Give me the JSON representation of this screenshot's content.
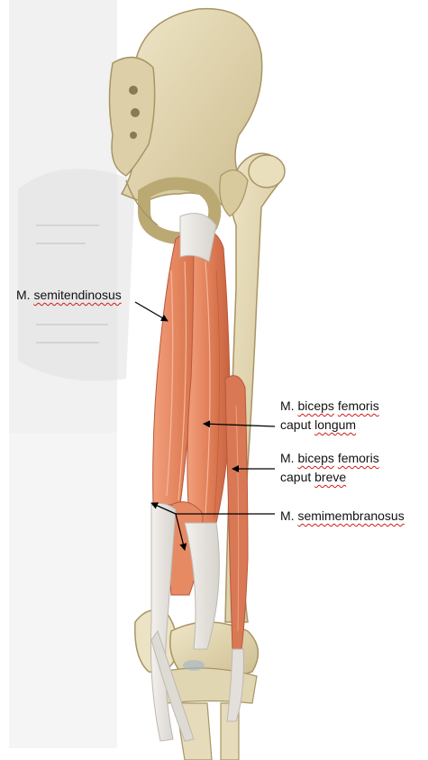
{
  "labels": {
    "semitendinosus": {
      "prefix": "M. ",
      "name": "semitendinosus"
    },
    "biceps_longum": {
      "prefix": "M. ",
      "word1": "biceps",
      "word2": "femoris",
      "line2_word1": "caput",
      "line2_word2": "longum"
    },
    "biceps_breve": {
      "prefix": "M. ",
      "word1": "biceps",
      "word2": "femoris",
      "line2_word1": "caput",
      "line2_word2": "breve"
    },
    "semimembranosus": {
      "prefix": "M. ",
      "name": "semimembranosus"
    }
  },
  "colors": {
    "bone": "#e8dcb6",
    "bone_shadow": "#c8b98a",
    "muscle": "#e08a63",
    "muscle_dark": "#c4623f",
    "muscle_light": "#f0a886",
    "tendon": "#e7e5e2",
    "arrow": "#000000",
    "background_shadow": "#dcdcdc"
  },
  "icons": {
    "arrows": "arrow-icon"
  }
}
